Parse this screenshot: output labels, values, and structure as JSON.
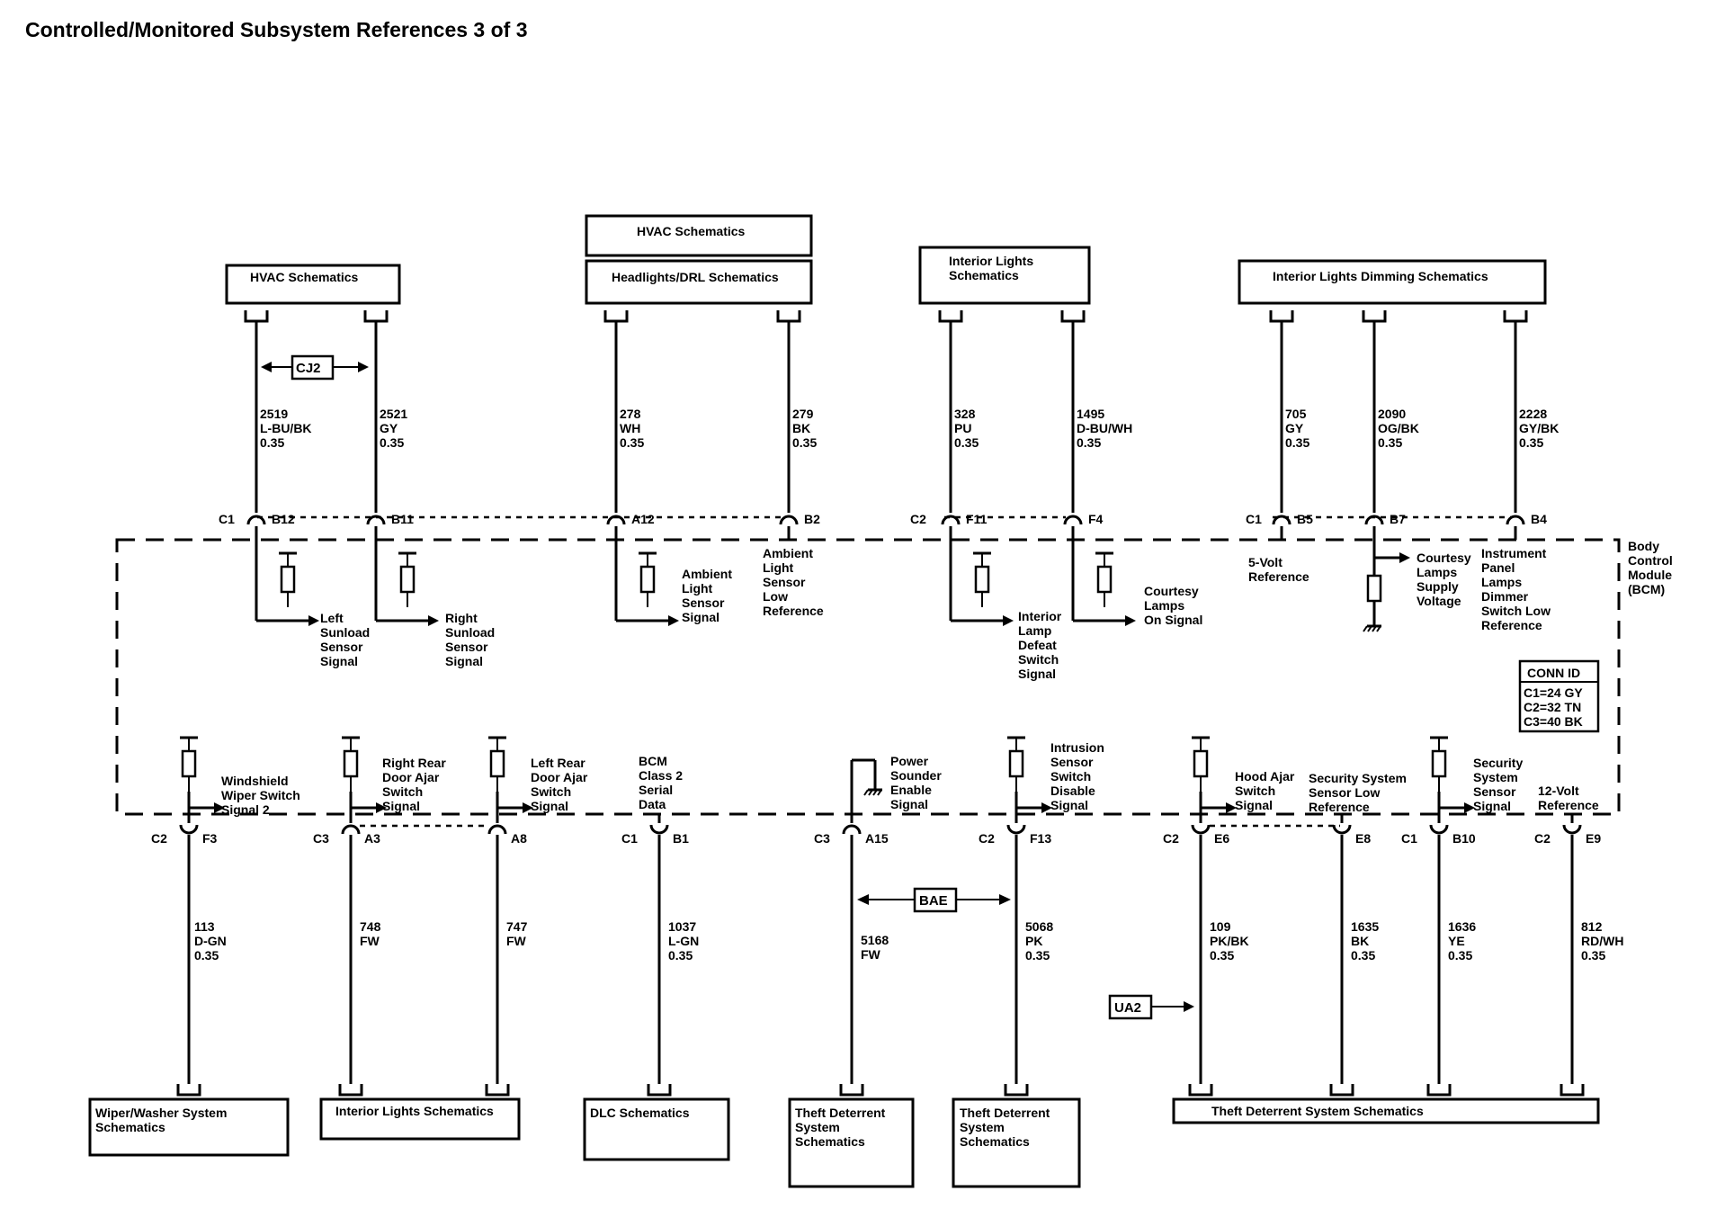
{
  "title": "Controlled/Monitored Subsystem References 3 of 3",
  "top_boxes": {
    "hvac1": "HVAC Schematics",
    "hvac2": "HVAC Schematics",
    "headlights": "Headlights/DRL Schematics",
    "interior_lights_1": "Interior Lights",
    "interior_lights_2": "Schematics",
    "dimming": "Interior Lights Dimming Schematics"
  },
  "option_codes": {
    "cj2": "CJ2",
    "bae": "BAE",
    "ua2": "UA2"
  },
  "bcm_label": [
    "Body",
    "Control",
    "Module",
    "(BCM)"
  ],
  "conn_id": {
    "title": "CONN ID",
    "c1": "C1=24 GY",
    "c2": "C2=32 TN",
    "c3": "C3=40 BK"
  },
  "top_wires": [
    {
      "circuit": "2519",
      "color": "L-BU/BK",
      "gauge": "0.35",
      "conn": "C1",
      "pin": "B12"
    },
    {
      "circuit": "2521",
      "color": "GY",
      "gauge": "0.35",
      "pin": "B11"
    },
    {
      "circuit": "278",
      "color": "WH",
      "gauge": "0.35",
      "pin": "A12"
    },
    {
      "circuit": "279",
      "color": "BK",
      "gauge": "0.35",
      "pin": "B2"
    },
    {
      "circuit": "328",
      "color": "PU",
      "gauge": "0.35",
      "conn": "C2",
      "pin": "F11"
    },
    {
      "circuit": "1495",
      "color": "D-BU/WH",
      "gauge": "0.35",
      "pin": "F4"
    },
    {
      "circuit": "705",
      "color": "GY",
      "gauge": "0.35",
      "conn": "C1",
      "pin": "B5"
    },
    {
      "circuit": "2090",
      "color": "OG/BK",
      "gauge": "0.35",
      "pin": "B7"
    },
    {
      "circuit": "2228",
      "color": "GY/BK",
      "gauge": "0.35",
      "pin": "B4"
    }
  ],
  "top_signals": [
    [
      "Left",
      "Sunload",
      "Sensor",
      "Signal"
    ],
    [
      "Right",
      "Sunload",
      "Sensor",
      "Signal"
    ],
    [
      "Ambient",
      "Light",
      "Sensor",
      "Signal"
    ],
    [
      "Ambient",
      "Light",
      "Sensor",
      "Low",
      "Reference"
    ],
    [
      "Interior",
      "Lamp",
      "Defeat",
      "Switch",
      "Signal"
    ],
    [
      "Courtesy",
      "Lamps",
      "On Signal"
    ],
    [
      "5-Volt",
      "Reference"
    ],
    [
      "Courtesy",
      "Lamps",
      "Supply",
      "Voltage"
    ],
    [
      "Instrument",
      "Panel",
      "Lamps",
      "Dimmer",
      "Switch Low",
      "Reference"
    ]
  ],
  "bottom_signals": [
    [
      "Windshield",
      "Wiper Switch",
      "Signal 2"
    ],
    [
      "Right Rear",
      "Door Ajar",
      "Switch",
      "Signal"
    ],
    [
      "Left Rear",
      "Door Ajar",
      "Switch",
      "Signal"
    ],
    [
      "BCM",
      "Class 2",
      "Serial",
      "Data"
    ],
    [
      "Power",
      "Sounder",
      "Enable",
      "Signal"
    ],
    [
      "Intrusion",
      "Sensor",
      "Switch",
      "Disable",
      "Signal"
    ],
    [
      "Hood Ajar",
      "Switch",
      "Signal"
    ],
    [
      "Security System",
      "Sensor Low",
      "Reference"
    ],
    [
      "Security",
      "System",
      "Sensor",
      "Signal"
    ],
    [
      "12-Volt",
      "Reference"
    ]
  ],
  "bottom_wires": [
    {
      "conn": "C2",
      "pin": "F3",
      "circuit": "113",
      "color": "D-GN",
      "gauge": "0.35"
    },
    {
      "conn": "C3",
      "pin": "A3",
      "circuit": "748",
      "color": "FW",
      "gauge": ""
    },
    {
      "pin": "A8",
      "circuit": "747",
      "color": "FW",
      "gauge": ""
    },
    {
      "conn": "C1",
      "pin": "B1",
      "circuit": "1037",
      "color": "L-GN",
      "gauge": "0.35"
    },
    {
      "conn": "C3",
      "pin": "A15",
      "circuit": "5168",
      "color": "FW",
      "gauge": ""
    },
    {
      "conn": "C2",
      "pin": "F13",
      "circuit": "5068",
      "color": "PK",
      "gauge": "0.35"
    },
    {
      "conn": "C2",
      "pin": "E6",
      "circuit": "109",
      "color": "PK/BK",
      "gauge": "0.35"
    },
    {
      "pin": "E8",
      "circuit": "1635",
      "color": "BK",
      "gauge": "0.35"
    },
    {
      "conn": "C1",
      "pin": "B10",
      "circuit": "1636",
      "color": "YE",
      "gauge": "0.35"
    },
    {
      "conn": "C2",
      "pin": "E9",
      "circuit": "812",
      "color": "RD/WH",
      "gauge": "0.35"
    }
  ],
  "bottom_boxes": {
    "wiper": [
      "Wiper/Washer System",
      "Schematics"
    ],
    "interior": [
      "Interior Lights Schematics"
    ],
    "dlc": [
      "DLC Schematics"
    ],
    "theft1": [
      "Theft Deterrent",
      "System",
      "Schematics"
    ],
    "theft2": [
      "Theft Deterrent",
      "System",
      "Schematics"
    ],
    "theft3": [
      "Theft Deterrent System Schematics"
    ]
  }
}
